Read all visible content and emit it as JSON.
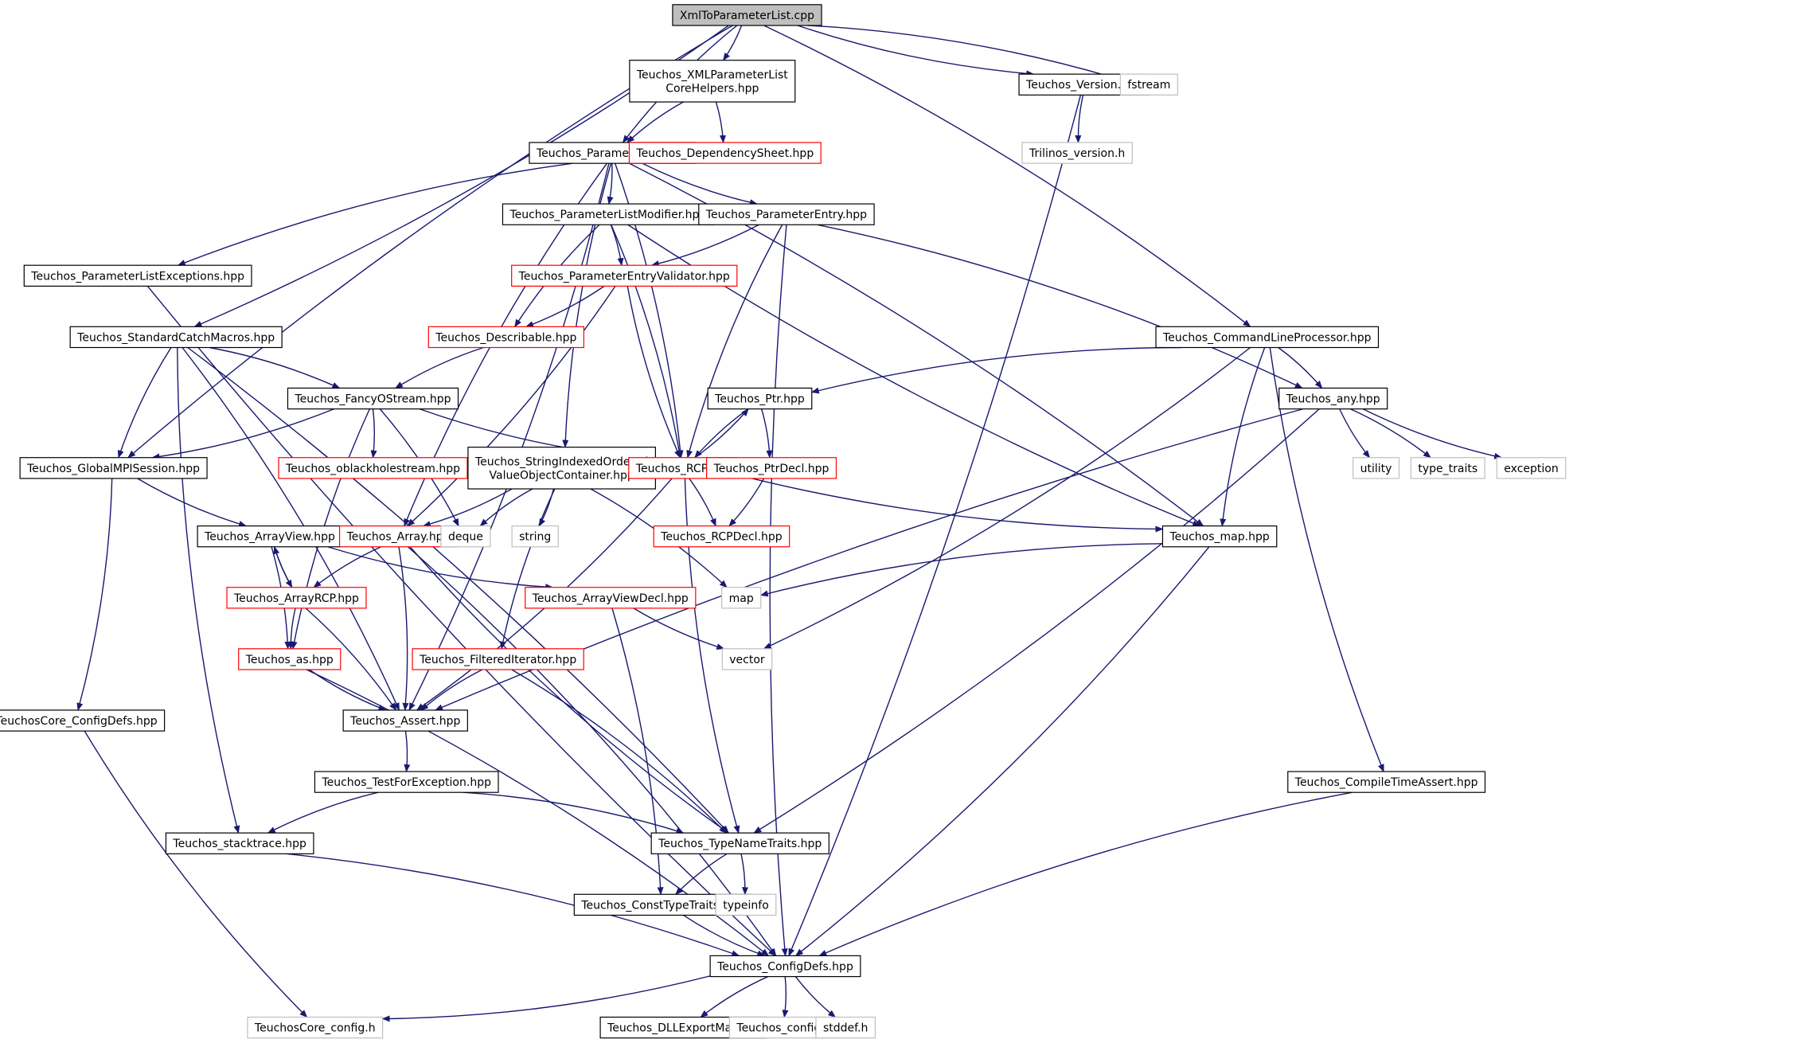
{
  "diagram": {
    "type": "include-dependency-graph",
    "edge_color": "#191970",
    "border_colors": {
      "normal": "#000000",
      "undocumented": "#ff0000",
      "external": "#bfbfbf",
      "root_fill": "#bfbfbf"
    },
    "nodes": [
      {
        "id": "root",
        "style": "root",
        "lines": [
          "XmlToParameterList.cpp"
        ]
      },
      {
        "id": "xmlcore",
        "style": "black",
        "lines": [
          "Teuchos_XMLParameterList",
          "CoreHelpers.hpp"
        ]
      },
      {
        "id": "version",
        "style": "black",
        "lines": [
          "Teuchos_Version.hpp"
        ]
      },
      {
        "id": "fstream",
        "style": "gray",
        "lines": [
          "fstream"
        ]
      },
      {
        "id": "trilinos_version",
        "style": "gray",
        "lines": [
          "Trilinos_version.h"
        ]
      },
      {
        "id": "paramlist",
        "style": "black",
        "lines": [
          "Teuchos_ParameterList.hpp"
        ]
      },
      {
        "id": "depsheet",
        "style": "red",
        "lines": [
          "Teuchos_DependencySheet.hpp"
        ]
      },
      {
        "id": "plmodifier",
        "style": "black",
        "lines": [
          "Teuchos_ParameterListModifier.hpp"
        ]
      },
      {
        "id": "pentry",
        "style": "black",
        "lines": [
          "Teuchos_ParameterEntry.hpp"
        ]
      },
      {
        "id": "plexceptions",
        "style": "black",
        "lines": [
          "Teuchos_ParameterListExceptions.hpp"
        ]
      },
      {
        "id": "pevalidator",
        "style": "red",
        "lines": [
          "Teuchos_ParameterEntryValidator.hpp"
        ]
      },
      {
        "id": "stdcatch",
        "style": "black",
        "lines": [
          "Teuchos_StandardCatchMacros.hpp"
        ]
      },
      {
        "id": "describable",
        "style": "red",
        "lines": [
          "Teuchos_Describable.hpp"
        ]
      },
      {
        "id": "cmdline",
        "style": "black",
        "lines": [
          "Teuchos_CommandLineProcessor.hpp"
        ]
      },
      {
        "id": "fancyostream",
        "style": "black",
        "lines": [
          "Teuchos_FancyOStream.hpp"
        ]
      },
      {
        "id": "ptr",
        "style": "black",
        "lines": [
          "Teuchos_Ptr.hpp"
        ]
      },
      {
        "id": "any",
        "style": "black",
        "lines": [
          "Teuchos_any.hpp"
        ]
      },
      {
        "id": "globalmpi",
        "style": "black",
        "lines": [
          "Teuchos_GlobalMPISession.hpp"
        ]
      },
      {
        "id": "oblackhole",
        "style": "red",
        "lines": [
          "Teuchos_oblackholestream.hpp"
        ]
      },
      {
        "id": "stringindexed",
        "style": "black",
        "lines": [
          "Teuchos_StringIndexedOrdered",
          "ValueObjectContainer.hpp"
        ]
      },
      {
        "id": "rcp",
        "style": "red",
        "lines": [
          "Teuchos_RCP.hpp"
        ]
      },
      {
        "id": "ptrdecl",
        "style": "red",
        "lines": [
          "Teuchos_PtrDecl.hpp"
        ]
      },
      {
        "id": "utility",
        "style": "gray",
        "lines": [
          "utility"
        ]
      },
      {
        "id": "type_traits",
        "style": "gray",
        "lines": [
          "type_traits"
        ]
      },
      {
        "id": "exception",
        "style": "gray",
        "lines": [
          "exception"
        ]
      },
      {
        "id": "arrayview",
        "style": "black",
        "lines": [
          "Teuchos_ArrayView.hpp"
        ]
      },
      {
        "id": "array",
        "style": "red",
        "lines": [
          "Teuchos_Array.hpp"
        ]
      },
      {
        "id": "deque",
        "style": "gray",
        "lines": [
          "deque"
        ]
      },
      {
        "id": "string",
        "style": "gray",
        "lines": [
          "string"
        ]
      },
      {
        "id": "rcpdecl",
        "style": "red",
        "lines": [
          "Teuchos_RCPDecl.hpp"
        ]
      },
      {
        "id": "map_hpp",
        "style": "black",
        "lines": [
          "Teuchos_map.hpp"
        ]
      },
      {
        "id": "arrayrcp",
        "style": "red",
        "lines": [
          "Teuchos_ArrayRCP.hpp"
        ]
      },
      {
        "id": "arrayviewdecl",
        "style": "red",
        "lines": [
          "Teuchos_ArrayViewDecl.hpp"
        ]
      },
      {
        "id": "map",
        "style": "gray",
        "lines": [
          "map"
        ]
      },
      {
        "id": "as",
        "style": "red",
        "lines": [
          "Teuchos_as.hpp"
        ]
      },
      {
        "id": "filtered",
        "style": "red",
        "lines": [
          "Teuchos_FilteredIterator.hpp"
        ]
      },
      {
        "id": "vector",
        "style": "gray",
        "lines": [
          "vector"
        ]
      },
      {
        "id": "coreconfigdefs",
        "style": "black",
        "lines": [
          "TeuchosCore_ConfigDefs.hpp"
        ]
      },
      {
        "id": "assert",
        "style": "black",
        "lines": [
          "Teuchos_Assert.hpp"
        ]
      },
      {
        "id": "testforexc",
        "style": "black",
        "lines": [
          "Teuchos_TestForException.hpp"
        ]
      },
      {
        "id": "compiletime",
        "style": "black",
        "lines": [
          "Teuchos_CompileTimeAssert.hpp"
        ]
      },
      {
        "id": "stacktrace",
        "style": "black",
        "lines": [
          "Teuchos_stacktrace.hpp"
        ]
      },
      {
        "id": "typenametraits",
        "style": "black",
        "lines": [
          "Teuchos_TypeNameTraits.hpp"
        ]
      },
      {
        "id": "consttypetraits",
        "style": "black",
        "lines": [
          "Teuchos_ConstTypeTraits.hpp"
        ]
      },
      {
        "id": "typeinfo",
        "style": "gray",
        "lines": [
          "typeinfo"
        ]
      },
      {
        "id": "configdefs",
        "style": "black",
        "lines": [
          "Teuchos_ConfigDefs.hpp"
        ]
      },
      {
        "id": "coreconfig",
        "style": "gray",
        "lines": [
          "TeuchosCore_config.h"
        ]
      },
      {
        "id": "dllexport",
        "style": "black",
        "lines": [
          "Teuchos_DLLExportMacro.h"
        ]
      },
      {
        "id": "config_h",
        "style": "gray",
        "lines": [
          "Teuchos_config.h"
        ]
      },
      {
        "id": "stddef",
        "style": "gray",
        "lines": [
          "stddef.h"
        ]
      }
    ],
    "edges": [
      [
        "root",
        "xmlcore"
      ],
      [
        "root",
        "version"
      ],
      [
        "root",
        "fstream"
      ],
      [
        "root",
        "paramlist"
      ],
      [
        "root",
        "stdcatch"
      ],
      [
        "root",
        "globalmpi"
      ],
      [
        "root",
        "cmdline"
      ],
      [
        "version",
        "trilinos_version"
      ],
      [
        "version",
        "configdefs"
      ],
      [
        "xmlcore",
        "paramlist"
      ],
      [
        "xmlcore",
        "depsheet"
      ],
      [
        "paramlist",
        "plexceptions"
      ],
      [
        "paramlist",
        "plmodifier"
      ],
      [
        "paramlist",
        "pentry"
      ],
      [
        "paramlist",
        "rcp"
      ],
      [
        "paramlist",
        "array"
      ],
      [
        "paramlist",
        "assert"
      ],
      [
        "paramlist",
        "stringindexed"
      ],
      [
        "paramlist",
        "map_hpp"
      ],
      [
        "plexceptions",
        "configdefs"
      ],
      [
        "plmodifier",
        "pevalidator"
      ],
      [
        "plmodifier",
        "describable"
      ],
      [
        "plmodifier",
        "rcp"
      ],
      [
        "plmodifier",
        "map_hpp"
      ],
      [
        "pentry",
        "pevalidator"
      ],
      [
        "pentry",
        "rcp"
      ],
      [
        "pentry",
        "any"
      ],
      [
        "pentry",
        "configdefs"
      ],
      [
        "pevalidator",
        "describable"
      ],
      [
        "pevalidator",
        "rcp"
      ],
      [
        "pevalidator",
        "array"
      ],
      [
        "describable",
        "fancyostream"
      ],
      [
        "stdcatch",
        "fancyostream"
      ],
      [
        "stdcatch",
        "globalmpi"
      ],
      [
        "stdcatch",
        "assert"
      ],
      [
        "stdcatch",
        "stacktrace"
      ],
      [
        "stdcatch",
        "typenametraits"
      ],
      [
        "cmdline",
        "ptr"
      ],
      [
        "cmdline",
        "any"
      ],
      [
        "cmdline",
        "map_hpp"
      ],
      [
        "cmdline",
        "vector"
      ],
      [
        "cmdline",
        "compiletime"
      ],
      [
        "fancyostream",
        "oblackhole"
      ],
      [
        "fancyostream",
        "rcp"
      ],
      [
        "fancyostream",
        "globalmpi"
      ],
      [
        "fancyostream",
        "as"
      ],
      [
        "fancyostream",
        "deque"
      ],
      [
        "globalmpi",
        "arrayview"
      ],
      [
        "globalmpi",
        "coreconfigdefs"
      ],
      [
        "ptr",
        "rcp"
      ],
      [
        "ptr",
        "ptrdecl"
      ],
      [
        "rcp",
        "ptr"
      ],
      [
        "rcp",
        "rcpdecl"
      ],
      [
        "rcp",
        "map_hpp"
      ],
      [
        "rcp",
        "assert"
      ],
      [
        "rcp",
        "typenametraits"
      ],
      [
        "ptrdecl",
        "rcpdecl"
      ],
      [
        "any",
        "utility"
      ],
      [
        "any",
        "type_traits"
      ],
      [
        "any",
        "exception"
      ],
      [
        "any",
        "typenametraits"
      ],
      [
        "any",
        "assert"
      ],
      [
        "stringindexed",
        "array"
      ],
      [
        "stringindexed",
        "deque"
      ],
      [
        "stringindexed",
        "string"
      ],
      [
        "stringindexed",
        "filtered"
      ],
      [
        "stringindexed",
        "map"
      ],
      [
        "arrayview",
        "arrayrcp"
      ],
      [
        "arrayview",
        "as"
      ],
      [
        "arrayview",
        "arrayviewdecl"
      ],
      [
        "arrayrcp",
        "arrayview"
      ],
      [
        "arrayrcp",
        "as"
      ],
      [
        "arrayrcp",
        "assert"
      ],
      [
        "array",
        "arrayrcp"
      ],
      [
        "array",
        "assert"
      ],
      [
        "array",
        "typenametraits"
      ],
      [
        "array",
        "configdefs"
      ],
      [
        "arrayviewdecl",
        "vector"
      ],
      [
        "arrayviewdecl",
        "consttypetraits"
      ],
      [
        "map_hpp",
        "map"
      ],
      [
        "map_hpp",
        "configdefs"
      ],
      [
        "as",
        "assert"
      ],
      [
        "as",
        "configdefs"
      ],
      [
        "filtered",
        "assert"
      ],
      [
        "filtered",
        "typenametraits"
      ],
      [
        "coreconfigdefs",
        "coreconfig"
      ],
      [
        "assert",
        "testforexc"
      ],
      [
        "testforexc",
        "stacktrace"
      ],
      [
        "testforexc",
        "typenametraits"
      ],
      [
        "compiletime",
        "configdefs"
      ],
      [
        "stacktrace",
        "configdefs"
      ],
      [
        "typenametraits",
        "consttypetraits"
      ],
      [
        "typenametraits",
        "typeinfo"
      ],
      [
        "consttypetraits",
        "configdefs"
      ],
      [
        "configdefs",
        "coreconfig"
      ],
      [
        "configdefs",
        "dllexport"
      ],
      [
        "configdefs",
        "config_h"
      ],
      [
        "configdefs",
        "stddef"
      ]
    ]
  }
}
